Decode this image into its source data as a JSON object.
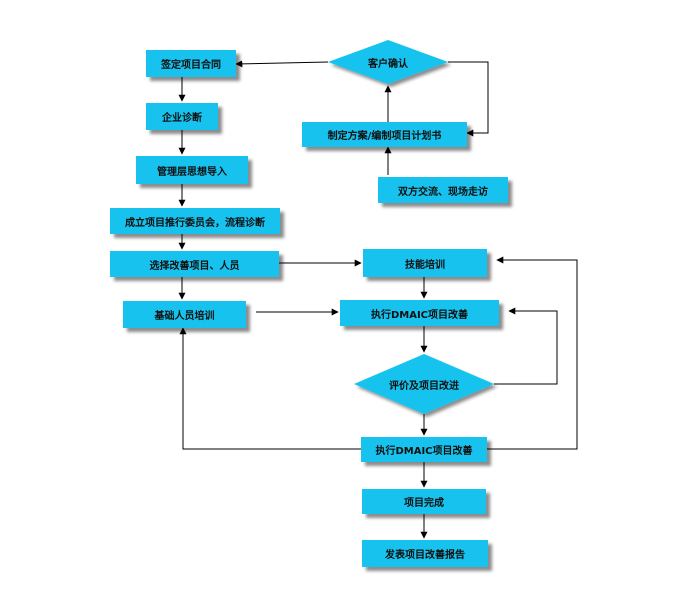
{
  "diagram": {
    "nodes": {
      "sign_contract": "签定项目合同",
      "enterprise_diagnosis": "企业诊断",
      "management_thinking": "管理层思想导入",
      "committee_process": "成立项目推行委员会，流程诊断",
      "select_projects": "选择改善项目、人员",
      "basic_training": "基础人员培训",
      "customer_confirm": "客户确认",
      "make_plan": "制定方案/编制项目计划书",
      "communication": "双方交流、现场走访",
      "skill_training": "技能培训",
      "dmaic_1": "执行DMAIC项目改善",
      "evaluate": "评价及项目改进",
      "dmaic_2": "执行DMAIC项目改善",
      "project_done": "项目完成",
      "publish_report": "发表项目改善报告"
    },
    "colors": {
      "node_fill": "#17c3ee",
      "line": "#000000",
      "text": "#101010"
    }
  }
}
